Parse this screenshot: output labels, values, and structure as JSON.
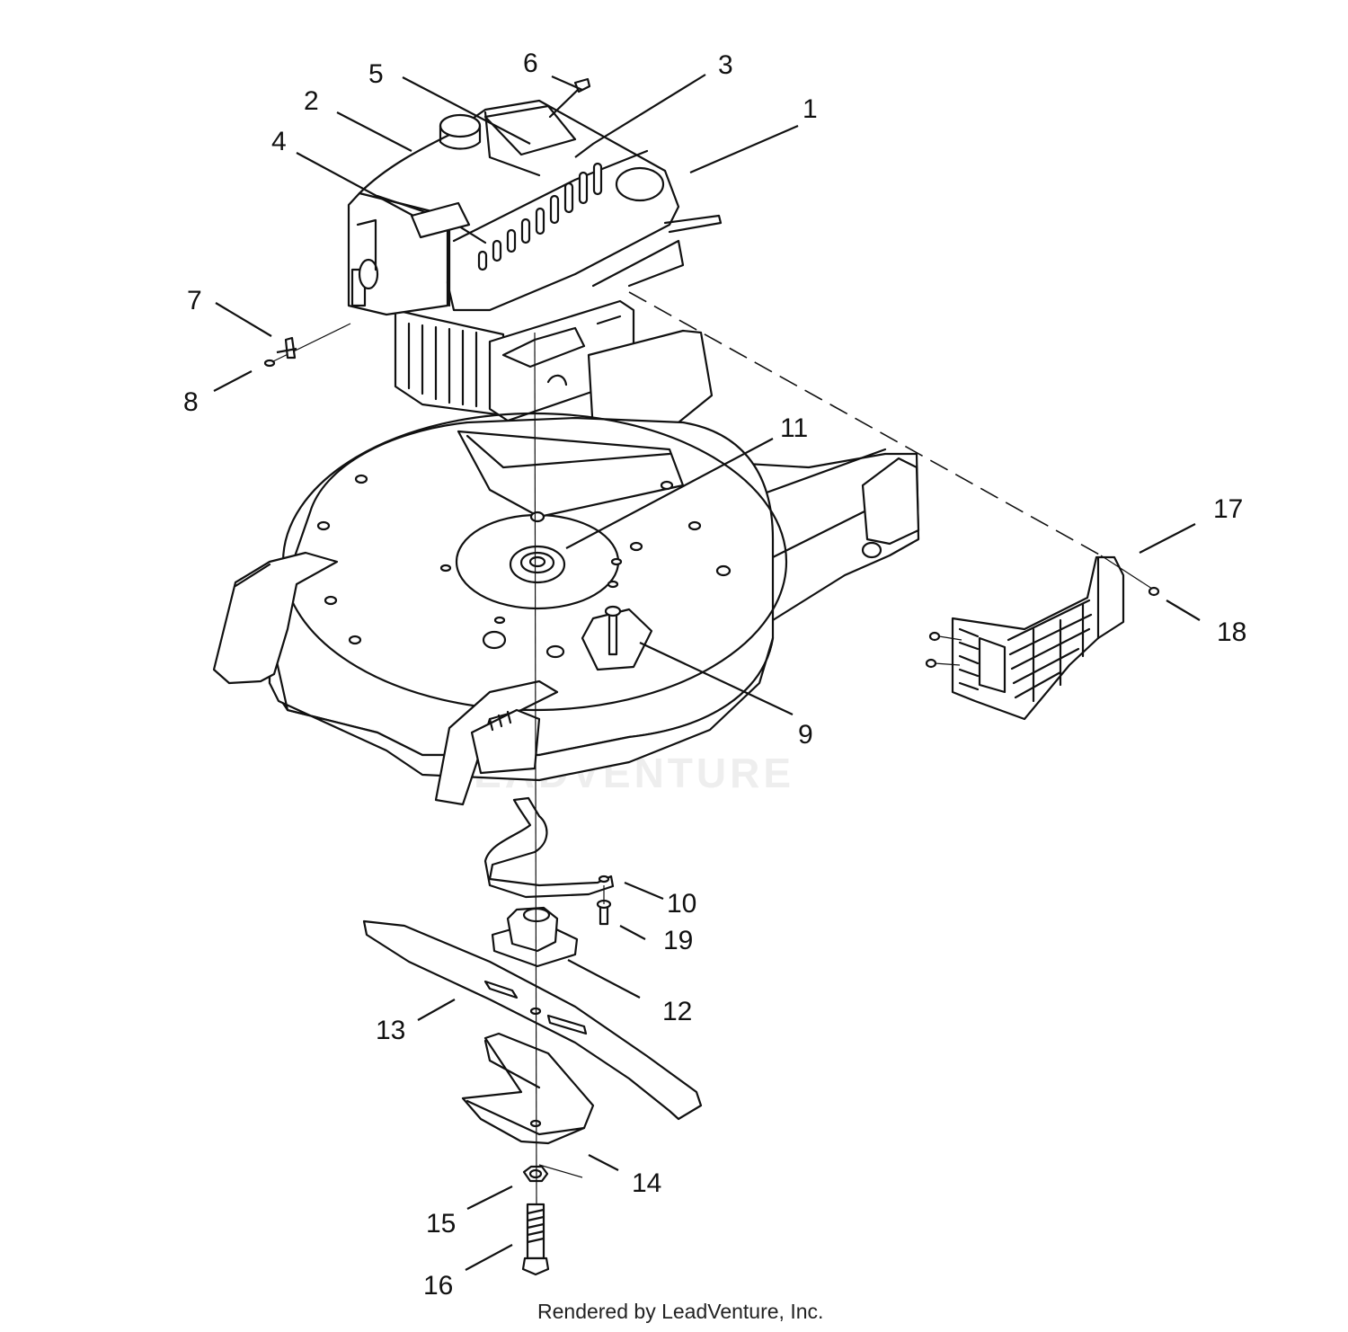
{
  "callouts": [
    "1",
    "2",
    "3",
    "4",
    "5",
    "6",
    "7",
    "8",
    "9",
    "10",
    "11",
    "12",
    "13",
    "14",
    "15",
    "16",
    "17",
    "18",
    "19"
  ],
  "footer": {
    "credit": "Rendered by LeadVenture, Inc."
  },
  "watermark": {
    "text": "LEADVENTURE",
    "icon": "flame-v-logo-icon"
  }
}
